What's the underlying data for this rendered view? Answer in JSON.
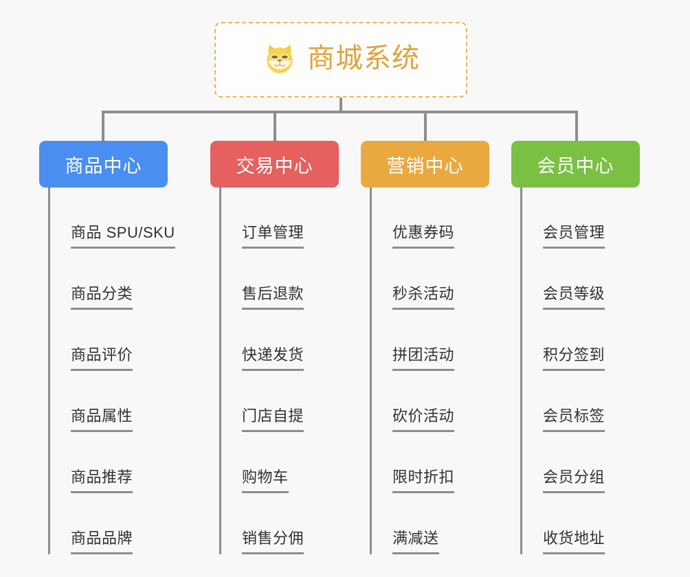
{
  "diagram": {
    "background_color": "#f8f8f8",
    "title": "商城系统",
    "root": {
      "label": "商城系统",
      "icon": "shiba-inu-dog-face-emoji",
      "text_color": "#e0a33e",
      "border_color": "#e7b55c",
      "border_style": "dashed"
    },
    "connector_color": "#8d8d8d",
    "categories": [
      {
        "label": "商品中心",
        "color": "#4a8ef0",
        "items": [
          "商品 SPU/SKU",
          "商品分类",
          "商品评价",
          "商品属性",
          "商品推荐",
          "商品品牌"
        ]
      },
      {
        "label": "交易中心",
        "color": "#e5605e",
        "items": [
          "订单管理",
          "售后退款",
          "快递发货",
          "门店自提",
          "购物车",
          "销售分佣"
        ]
      },
      {
        "label": "营销中心",
        "color": "#eaa93f",
        "items": [
          "优惠券码",
          "秒杀活动",
          "拼团活动",
          "砍价活动",
          "限时折扣",
          "满减送"
        ]
      },
      {
        "label": "会员中心",
        "color": "#7ac143",
        "items": [
          "会员管理",
          "会员等级",
          "积分签到",
          "会员标签",
          "会员分组",
          "收货地址"
        ]
      }
    ]
  }
}
